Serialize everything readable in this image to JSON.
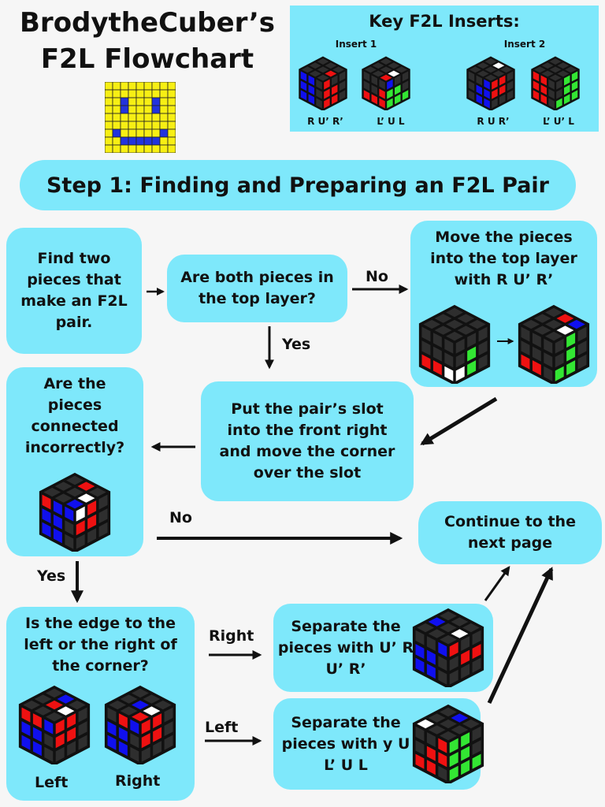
{
  "header": {
    "title_line1": "BrodytheCuber’s",
    "title_line2": "F2L Flowchart"
  },
  "key_inserts": {
    "title": "Key F2L Inserts:",
    "insert1_label": "Insert 1",
    "insert2_label": "Insert 2",
    "algs": [
      "R U’ R’",
      "L’ U L",
      "R U R’",
      "L’ U’ L"
    ]
  },
  "step": {
    "title": "Step 1: Finding and Preparing an F2L Pair"
  },
  "nodes": {
    "find_pair": "Find two pieces that make an F2L pair.",
    "top_layer_question": "Are both pieces in the top layer?",
    "move_pieces": "Move the pieces into the top layer with R U’ R’",
    "put_slot": "Put the pair’s slot into the front right and move the corner over the slot",
    "connected_question": "Are the pieces connected incorrectly?",
    "continue": "Continue to the next page",
    "edge_question": "Is the edge to the left or the right of the corner?",
    "separate_right": "Separate the pieces with U’ R U’ R’",
    "separate_left": "Separate the pieces with y U L’ U L",
    "left_caption": "Left",
    "right_caption": "Right"
  },
  "edges": {
    "no1": "No",
    "yes1": "Yes",
    "no2": "No",
    "yes2": "Yes",
    "right": "Right",
    "left": "Left"
  },
  "colors": {
    "box": "#7ee8fb",
    "sticker_dark": "#2e2e2e",
    "sticker_red": "#ee1111",
    "sticker_blue": "#1010ee",
    "sticker_green": "#33e633",
    "sticker_white": "#ffffff",
    "smiley_yellow": "#f7ef14",
    "smiley_blue": "#2233dd"
  },
  "icons": [
    "smiley-grid-icon",
    "rubiks-cube-icon",
    "arrow-icon"
  ]
}
